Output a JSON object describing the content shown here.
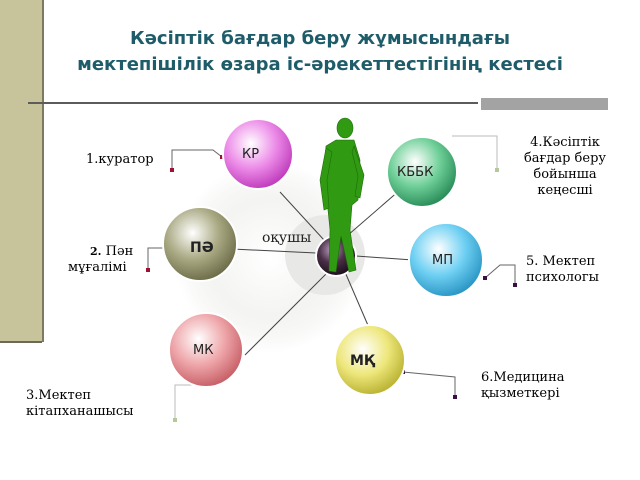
{
  "title": {
    "line1": "Кәсіптік бағдар беру жұмысындағы",
    "line2": "мектепішілік өзара іс-әрекеттестігінің кестесі"
  },
  "center": {
    "label": "оқушы"
  },
  "nodes": {
    "kr": "КР",
    "kbbk": "КББК",
    "pa": "ПӘ",
    "mp": "МП",
    "mk": "МК",
    "mq": "МҚ"
  },
  "labels": {
    "curator": "1.куратор",
    "teacher_num": "2.",
    "teacher_l1": "Пән",
    "teacher_l2": "мұғалімі",
    "librarian_l1": "3.Мектеп",
    "librarian_l2": "кітапханашысы",
    "council_l1": "4.Кәсіптік",
    "council_l2": "бағдар беру",
    "council_l3": "бойынша",
    "council_l4": "кеңесші",
    "psych_l1": "5. Мектеп",
    "psych_l2": "психологы",
    "med_l1": "6.Медицина",
    "med_l2": "қызметкері"
  },
  "colors": {
    "kr": "#e86ee3",
    "kbbk": "#5fbf8a",
    "pa": "#9a9a70",
    "mp": "#5ec6ec",
    "mk": "#e9959a",
    "mq": "#e6e06a",
    "person": "#2f9a12",
    "title": "#1f5c6a"
  }
}
